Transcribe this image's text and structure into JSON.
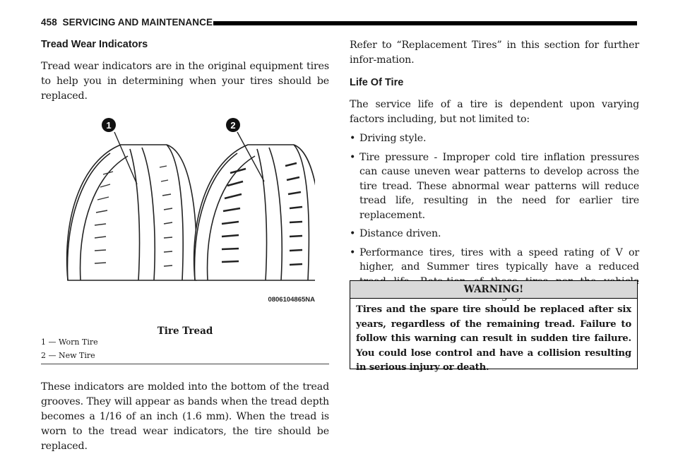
{
  "header": {
    "page_number": "458",
    "section": "SERVICING AND MAINTENANCE"
  },
  "left": {
    "heading": "Tread Wear Indicators",
    "intro": "Tread wear indicators are in the original equipment tires to help you in determining when your tires should be replaced.",
    "figure": {
      "callout_1": "1",
      "callout_2": "2",
      "code": "0806104865NA",
      "title": "Tire Tread",
      "legend": [
        "1 — Worn Tire",
        "2 — New Tire"
      ]
    },
    "body": "These indicators are molded into the bottom of the tread grooves. They will appear as bands when the tread depth becomes a 1/16 of an inch (1.6 mm). When the tread is worn to the tread wear indicators, the tire should be replaced."
  },
  "right": {
    "refer": "Refer to “Replacement Tires” in this section for further infor-mation.",
    "heading": "Life Of Tire",
    "intro": "The service life of a tire is dependent upon varying factors including, but not limited to:",
    "bullets": [
      "Driving style.",
      "Tire pressure - Improper cold tire inflation pressures can cause uneven wear patterns to develop across the tire tread. These abnormal wear patterns will reduce tread life, resulting in the need for earlier tire replacement.",
      "Distance driven.",
      "Performance tires, tires with a speed rating of V or higher, and Summer tires typically have a reduced tread life. Rota-tion of these tires per the vehicle scheduled maintenance is highly recommended."
    ],
    "bullet_mark": "•"
  },
  "warning": {
    "title": "WARNING!",
    "text": "Tires and the spare tire should be replaced after six years, regardless of the remaining tread. Failure to follow this warning can result in sudden tire failure. You could lose control and have a collision resulting in serious injury or death."
  }
}
